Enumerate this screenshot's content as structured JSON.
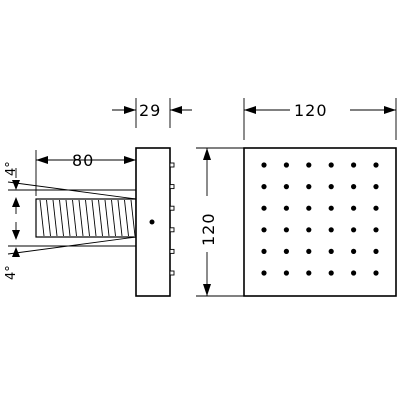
{
  "dimensions": {
    "depth": "29",
    "front_width": "120",
    "front_height": "120",
    "arm_length": "80",
    "angle_top": "4°",
    "angle_bottom": "4°"
  },
  "nozzle_grid": {
    "rows": 6,
    "columns": 6
  }
}
